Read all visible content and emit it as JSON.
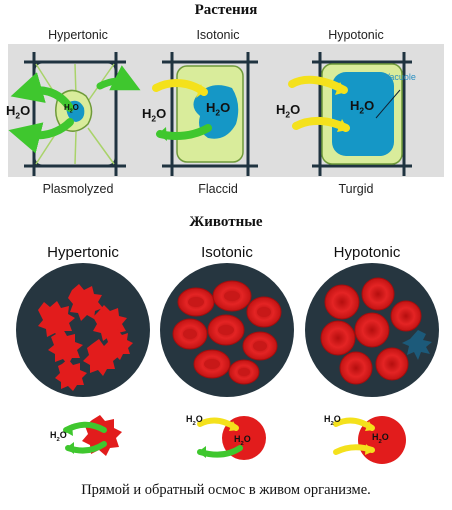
{
  "plants": {
    "title": "Растения",
    "states": [
      {
        "label": "Hypertonic",
        "result": "Plasmolyzed"
      },
      {
        "label": "Isotonic",
        "result": "Flaccid"
      },
      {
        "label": "Hypotonic",
        "result": "Turgid"
      }
    ],
    "vacuole_label": "Vacuole"
  },
  "animals": {
    "title": "Животные",
    "states": [
      {
        "label": "Hypertonic"
      },
      {
        "label": "Isotonic"
      },
      {
        "label": "Hypotonic"
      }
    ]
  },
  "water_main": "H",
  "water_sub": "2",
  "water_tail": "O",
  "caption": "Прямой и обратный осмос в живом организме.",
  "colors": {
    "panel": "#dedede",
    "cell_wall": "#1f3340",
    "cytoplasm": "#d9ec9b",
    "vacuole": "#1597c6",
    "arrow_in": "#f4e11c",
    "arrow_out": "#3fc72e",
    "blood_cell": "#e21c1c",
    "dish": "#263640"
  }
}
